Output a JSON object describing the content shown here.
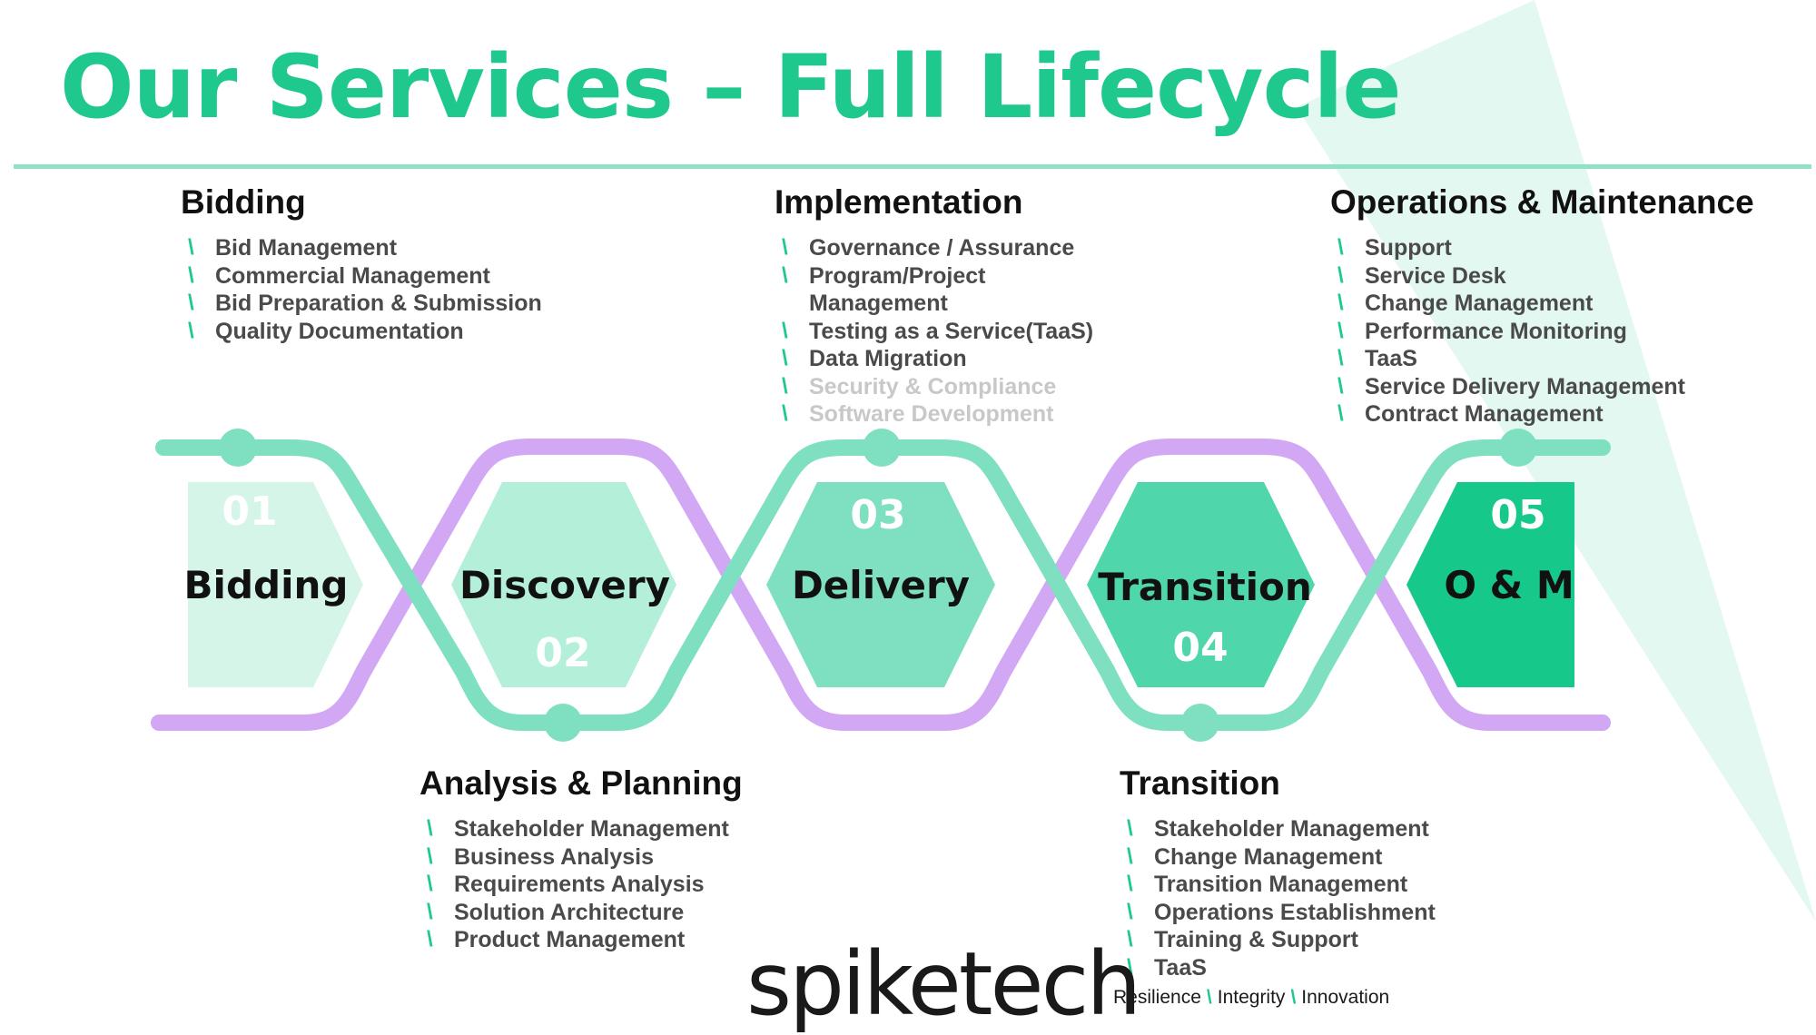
{
  "title": "Our Services – Full Lifecycle",
  "colors": {
    "accent": "#1fc98e",
    "wave_green": "#7ee0c0",
    "wave_purple": "#d2a8f5",
    "stage1": "#d4f5e8",
    "stage2": "#b3efd9",
    "stage3": "#7ee0c0",
    "stage4": "#4fd6aa",
    "stage5": "#17c88b"
  },
  "sections": {
    "bidding": {
      "heading": "Bidding",
      "items": [
        "Bid Management",
        "Commercial Management",
        "Bid Preparation & Submission",
        "Quality Documentation"
      ]
    },
    "implementation": {
      "heading": "Implementation",
      "items": [
        "Governance / Assurance",
        "Program/Project",
        "Management",
        "Testing as a Service(TaaS)",
        "Data Migration",
        "Security & Compliance",
        "Software Development"
      ]
    },
    "operations": {
      "heading": "Operations & Maintenance",
      "items": [
        "Support",
        "Service Desk",
        "Change Management",
        "Performance Monitoring",
        "TaaS",
        "Service Delivery Management",
        "Contract Management"
      ]
    },
    "analysis": {
      "heading": "Analysis & Planning",
      "items": [
        "Stakeholder Management",
        "Business Analysis",
        "Requirements Analysis",
        "Solution Architecture",
        "Product Management"
      ]
    },
    "transition": {
      "heading": "Transition",
      "items": [
        "Stakeholder Management",
        "Change Management",
        "Transition Management",
        "Operations Establishment",
        "Training & Support",
        "TaaS"
      ]
    }
  },
  "stages": [
    {
      "number": "01",
      "label": "Bidding"
    },
    {
      "number": "02",
      "label": "Discovery"
    },
    {
      "number": "03",
      "label": "Delivery"
    },
    {
      "number": "04",
      "label": "Transition"
    },
    {
      "number": "05",
      "label": "O & M"
    }
  ],
  "logo": {
    "text": "spiketech",
    "tagline": [
      "Resilience",
      "Integrity",
      "Innovation"
    ]
  }
}
